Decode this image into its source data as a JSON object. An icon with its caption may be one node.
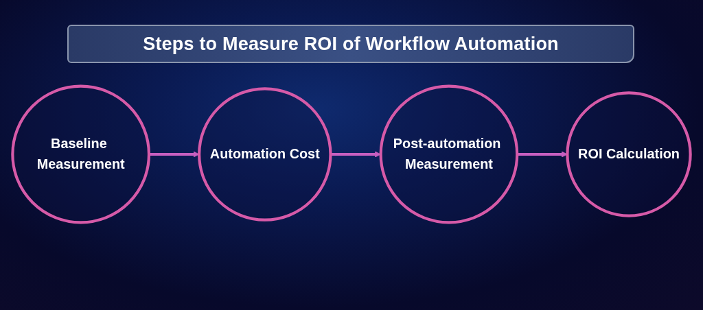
{
  "diagram": {
    "title": "Steps to Measure ROI of Workflow Automation",
    "nodes": [
      {
        "text": [
          "Baseline Measurement"
        ]
      },
      {
        "text": [
          "Automation Cost"
        ]
      },
      {
        "text": [
          "Post-automation Measurement"
        ]
      },
      {
        "text": [
          "ROI Calculation"
        ]
      }
    ],
    "edges": [
      {
        "from": 0,
        "to": 1,
        "arrow": "to"
      },
      {
        "from": 1,
        "to": 2,
        "arrow": "to"
      },
      {
        "from": 2,
        "to": 3,
        "arrow": "to"
      }
    ]
  }
}
